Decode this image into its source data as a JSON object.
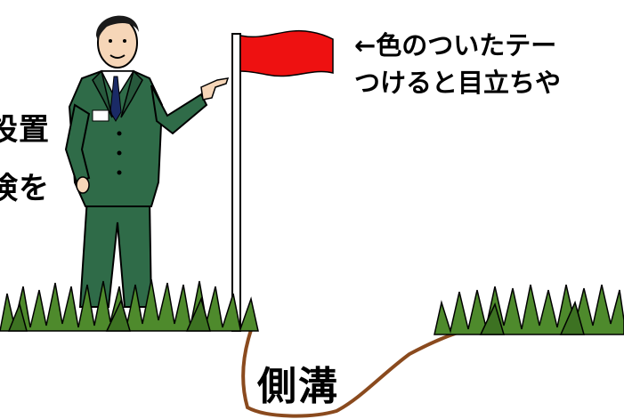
{
  "left_text": {
    "line1": "設置",
    "line2": "険を"
  },
  "note": {
    "line1": "←色のついたテー",
    "line2": "つけると目立ちや"
  },
  "ditch_label": "側溝",
  "colors": {
    "suit": "#2f6b48",
    "flag": "#ee1111",
    "grass": "#4e8a2c",
    "ditch": "#8a4a1e"
  }
}
